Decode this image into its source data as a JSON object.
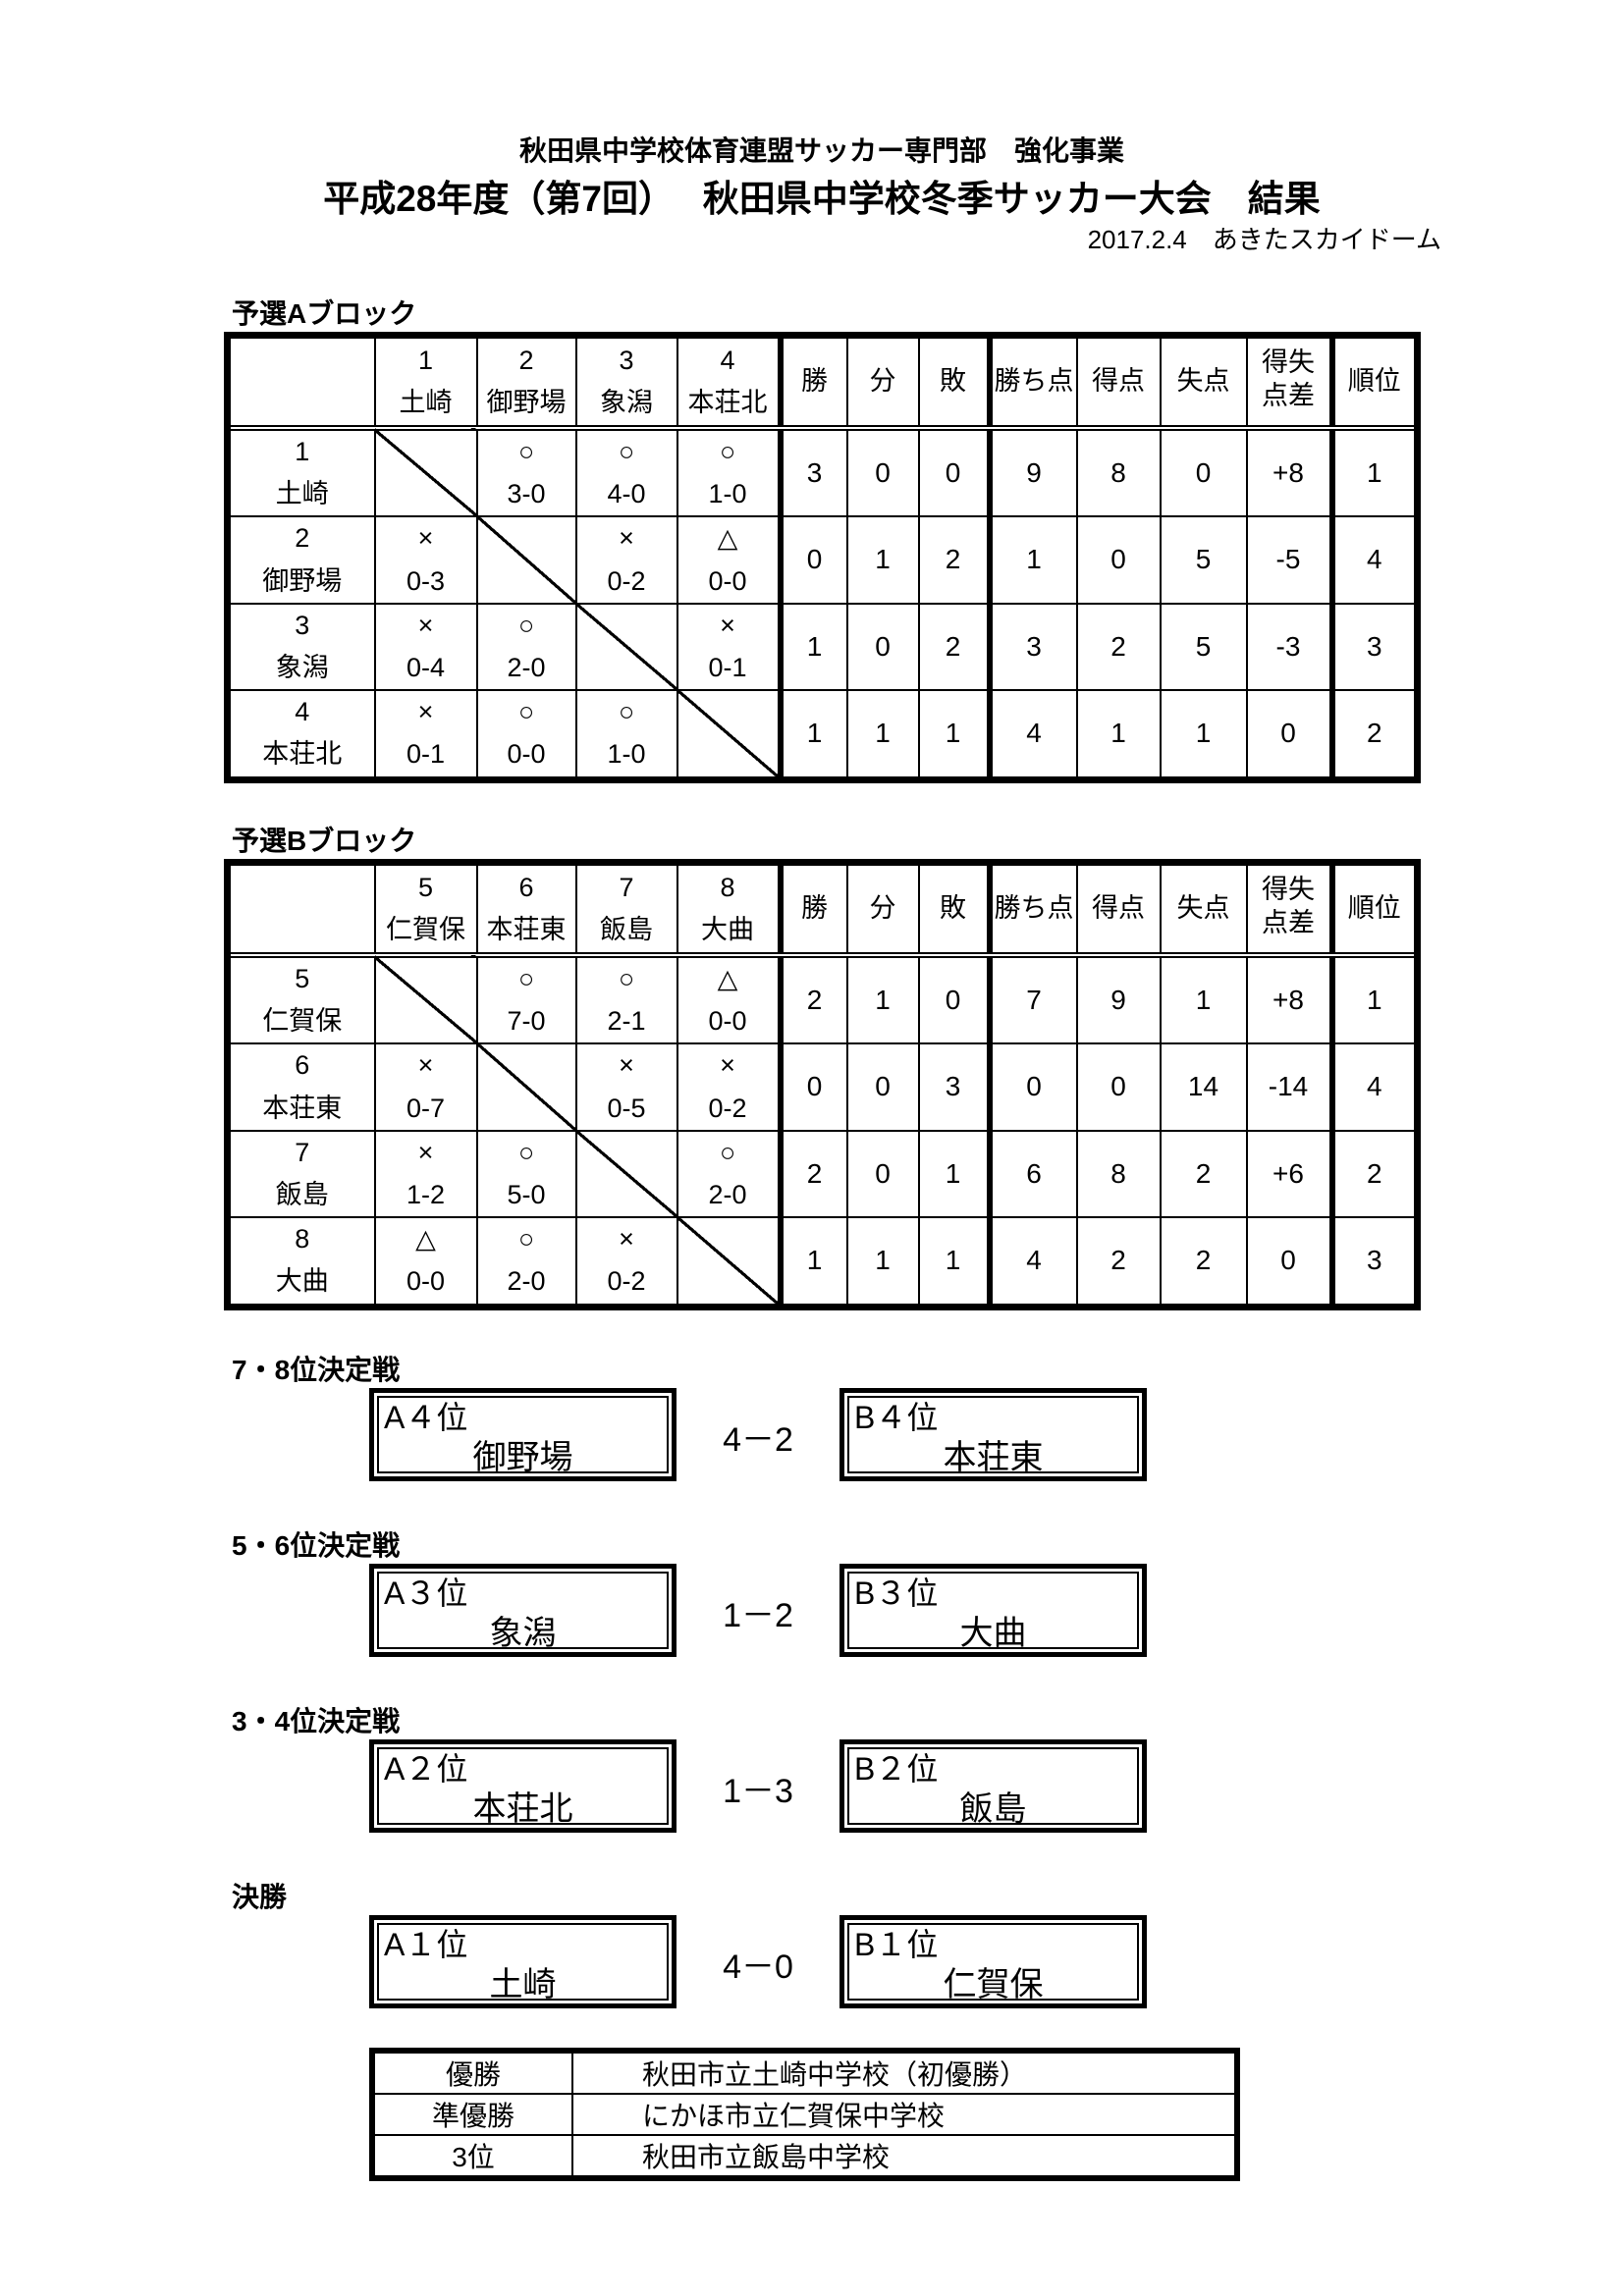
{
  "header": {
    "line1": "秋田県中学校体育連盟サッカー専門部　強化事業",
    "line2": "平成28年度（第7回）　 秋田県中学校冬季サッカー大会　結果",
    "line3": "2017.2.4　あきたスカイドーム"
  },
  "stat_headers": [
    "勝",
    "分",
    "敗",
    "勝ち点",
    "得点",
    "失点",
    "得失点差",
    "順位"
  ],
  "blocks": [
    {
      "label": "予選Aブロック",
      "teams": [
        {
          "no": "1",
          "name": "土崎"
        },
        {
          "no": "2",
          "name": "御野場"
        },
        {
          "no": "3",
          "name": "象潟"
        },
        {
          "no": "4",
          "name": "本荘北"
        }
      ],
      "results": [
        [
          null,
          {
            "m": "○",
            "s": "3-0"
          },
          {
            "m": "○",
            "s": "4-0"
          },
          {
            "m": "○",
            "s": "1-0"
          }
        ],
        [
          {
            "m": "×",
            "s": "0-3"
          },
          null,
          {
            "m": "×",
            "s": "0-2"
          },
          {
            "m": "△",
            "s": "0-0"
          }
        ],
        [
          {
            "m": "×",
            "s": "0-4"
          },
          {
            "m": "○",
            "s": "2-0"
          },
          null,
          {
            "m": "×",
            "s": "0-1"
          }
        ],
        [
          {
            "m": "×",
            "s": "0-1"
          },
          {
            "m": "○",
            "s": "0-0"
          },
          {
            "m": "○",
            "s": "1-0"
          },
          null
        ]
      ],
      "stats": [
        [
          "3",
          "0",
          "0",
          "9",
          "8",
          "0",
          "+8",
          "1"
        ],
        [
          "0",
          "1",
          "2",
          "1",
          "0",
          "5",
          "-5",
          "4"
        ],
        [
          "1",
          "0",
          "2",
          "3",
          "2",
          "5",
          "-3",
          "3"
        ],
        [
          "1",
          "1",
          "1",
          "4",
          "1",
          "1",
          "0",
          "2"
        ]
      ]
    },
    {
      "label": "予選Bブロック",
      "teams": [
        {
          "no": "5",
          "name": "仁賀保"
        },
        {
          "no": "6",
          "name": "本荘東"
        },
        {
          "no": "7",
          "name": "飯島"
        },
        {
          "no": "8",
          "name": "大曲"
        }
      ],
      "results": [
        [
          null,
          {
            "m": "○",
            "s": "7-0"
          },
          {
            "m": "○",
            "s": "2-1"
          },
          {
            "m": "△",
            "s": "0-0"
          }
        ],
        [
          {
            "m": "×",
            "s": "0-7"
          },
          null,
          {
            "m": "×",
            "s": "0-5"
          },
          {
            "m": "×",
            "s": "0-2"
          }
        ],
        [
          {
            "m": "×",
            "s": "1-2"
          },
          {
            "m": "○",
            "s": "5-0"
          },
          null,
          {
            "m": "○",
            "s": "2-0"
          }
        ],
        [
          {
            "m": "△",
            "s": "0-0"
          },
          {
            "m": "○",
            "s": "2-0"
          },
          {
            "m": "×",
            "s": "0-2"
          },
          null
        ]
      ],
      "stats": [
        [
          "2",
          "1",
          "0",
          "7",
          "9",
          "1",
          "+8",
          "1"
        ],
        [
          "0",
          "0",
          "3",
          "0",
          "0",
          "14",
          "-14",
          "4"
        ],
        [
          "2",
          "0",
          "1",
          "6",
          "8",
          "2",
          "+6",
          "2"
        ],
        [
          "1",
          "1",
          "1",
          "4",
          "2",
          "2",
          "0",
          "3"
        ]
      ]
    }
  ],
  "playoffs": [
    {
      "label": "7・8位決定戦",
      "a_seed": "A４位",
      "a_team": "御野場",
      "score": "4－2",
      "b_seed": "B４位",
      "b_team": "本荘東"
    },
    {
      "label": "5・6位決定戦",
      "a_seed": "A３位",
      "a_team": "象潟",
      "score": "1－2",
      "b_seed": "B３位",
      "b_team": "大曲"
    },
    {
      "label": "3・4位決定戦",
      "a_seed": "A２位",
      "a_team": "本荘北",
      "score": "1－3",
      "b_seed": "B２位",
      "b_team": "飯島"
    },
    {
      "label": "決勝",
      "a_seed": "A１位",
      "a_team": "土崎",
      "score": "4－0",
      "b_seed": "B１位",
      "b_team": "仁賀保"
    }
  ],
  "final_standings": [
    {
      "place": "優勝",
      "school": "秋田市立土崎中学校（初優勝）"
    },
    {
      "place": "準優勝",
      "school": "にかほ市立仁賀保中学校"
    },
    {
      "place": "3位",
      "school": "秋田市立飯島中学校"
    }
  ]
}
